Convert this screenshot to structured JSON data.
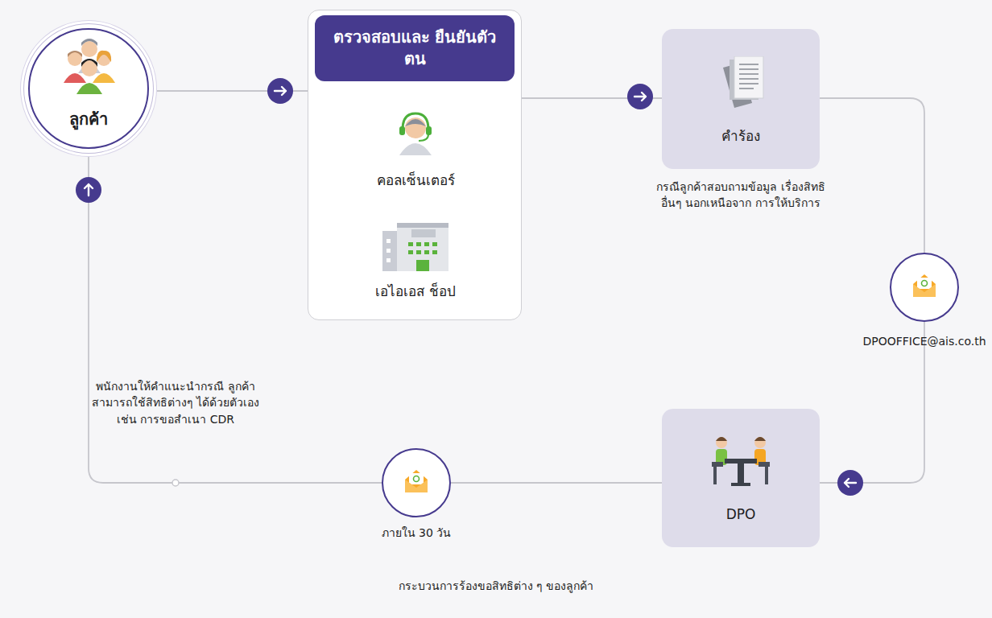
{
  "diagram": {
    "caption": "กระบวนการร้องขอสิทธิต่าง ๆ ของลูกค้า",
    "nodes": [
      {
        "text": [
          "ลูกค้า"
        ]
      },
      {
        "text": [
          "ตรวจสอบและ ยืนยันตัวตน"
        ]
      },
      {
        "text": [
          "คอลเซ็นเตอร์"
        ],
        "in": 1
      },
      {
        "text": [
          "เอไอเอส ช็อป"
        ],
        "in": 1
      },
      {
        "text": [
          "คำร้อง"
        ]
      },
      {
        "text": [
          "DPO"
        ]
      }
    ],
    "edges": [
      {
        "from": 0,
        "to": 1,
        "arrow": "to"
      },
      {
        "from": 1,
        "to": 4,
        "arrow": "to"
      },
      {
        "from": 4,
        "to": 5,
        "label": "DPOOFFICE@ais.co.th",
        "arrow": "to"
      },
      {
        "from": 5,
        "to": 0,
        "label": "ภายใน 30 วัน",
        "arrow": "to"
      }
    ],
    "labels": [
      "กรณีลูกค้าสอบถามข้อมูล เรื่องสิทธิอื่นๆ นอกเหนือจาก การให้บริการ",
      "พนักงานให้คำแนะนำกรณี ลูกค้าสามารถใช้สิทธิต่างๆ ได้ด้วยตัวเอง เช่น การขอสำเนา CDR"
    ]
  }
}
